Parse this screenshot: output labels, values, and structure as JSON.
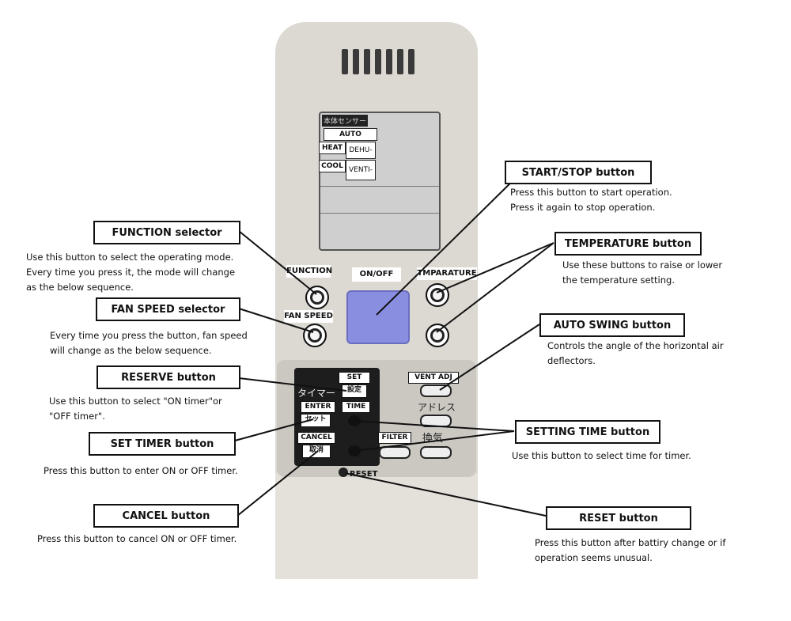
{
  "remote": {
    "lcd_sensor": "本体センサー",
    "modes": {
      "auto": "AUTO",
      "heat": "HEAT",
      "dehu": "DEHU-",
      "cool": "COOL",
      "venti": "VENTI-"
    },
    "buttons": {
      "function": "FUNCTION",
      "onoff": "ON/OFF",
      "temperature": "TMPARATURE",
      "fan_speed": "FAN SPEED",
      "set": "SET",
      "timer_jp": "タイマー",
      "set_jp": "設定",
      "enter": "ENTER",
      "enter_jp": "セット",
      "time": "TIME",
      "cancel": "CANCEL",
      "cancel_jp": "取消",
      "filter": "FILTER",
      "vent_adj": "VENT ADJ",
      "address_jp": "アドレス",
      "ventilation_jp": "換気",
      "reset": "RESET"
    }
  },
  "annotations": {
    "function": {
      "title": "FUNCTION selector",
      "lines": [
        "Use this button to select the operating mode.",
        "Every time you press it, the mode will change",
        "as the below sequence."
      ]
    },
    "fan_speed": {
      "title": "FAN SPEED selector",
      "lines": [
        "Every time you press the button, fan speed",
        "will change as the below sequence."
      ]
    },
    "reserve": {
      "title": "RESERVE button",
      "lines": [
        "Use this button to select \"ON timer\"or",
        "\"OFF timer\"."
      ]
    },
    "set_timer": {
      "title": "SET TIMER button",
      "lines": [
        "Press this button to enter ON or OFF timer."
      ]
    },
    "cancel": {
      "title": "CANCEL button",
      "lines": [
        "Press this button to cancel ON or OFF timer."
      ]
    },
    "start_stop": {
      "title": "START/STOP button",
      "lines": [
        "Press this button to start operation.",
        "Press it again to stop operation."
      ]
    },
    "temperature": {
      "title": "TEMPERATURE button",
      "lines": [
        "Use these buttons to raise or lower",
        "the temperature setting."
      ]
    },
    "auto_swing": {
      "title": "AUTO SWING button",
      "lines": [
        "Controls the angle of the horizontal air",
        "deflectors."
      ]
    },
    "setting_time": {
      "title": "SETTING TIME button",
      "lines": [
        "Use this button to select time for timer."
      ]
    },
    "reset": {
      "title": "RESET button",
      "lines": [
        "Press this button after battiry change or if",
        "operation seems unusual."
      ]
    }
  },
  "colors": {
    "remote_body": "#dcd8d2",
    "onoff_button": "#8a8ee0",
    "lcd": "#cfcfcf"
  }
}
